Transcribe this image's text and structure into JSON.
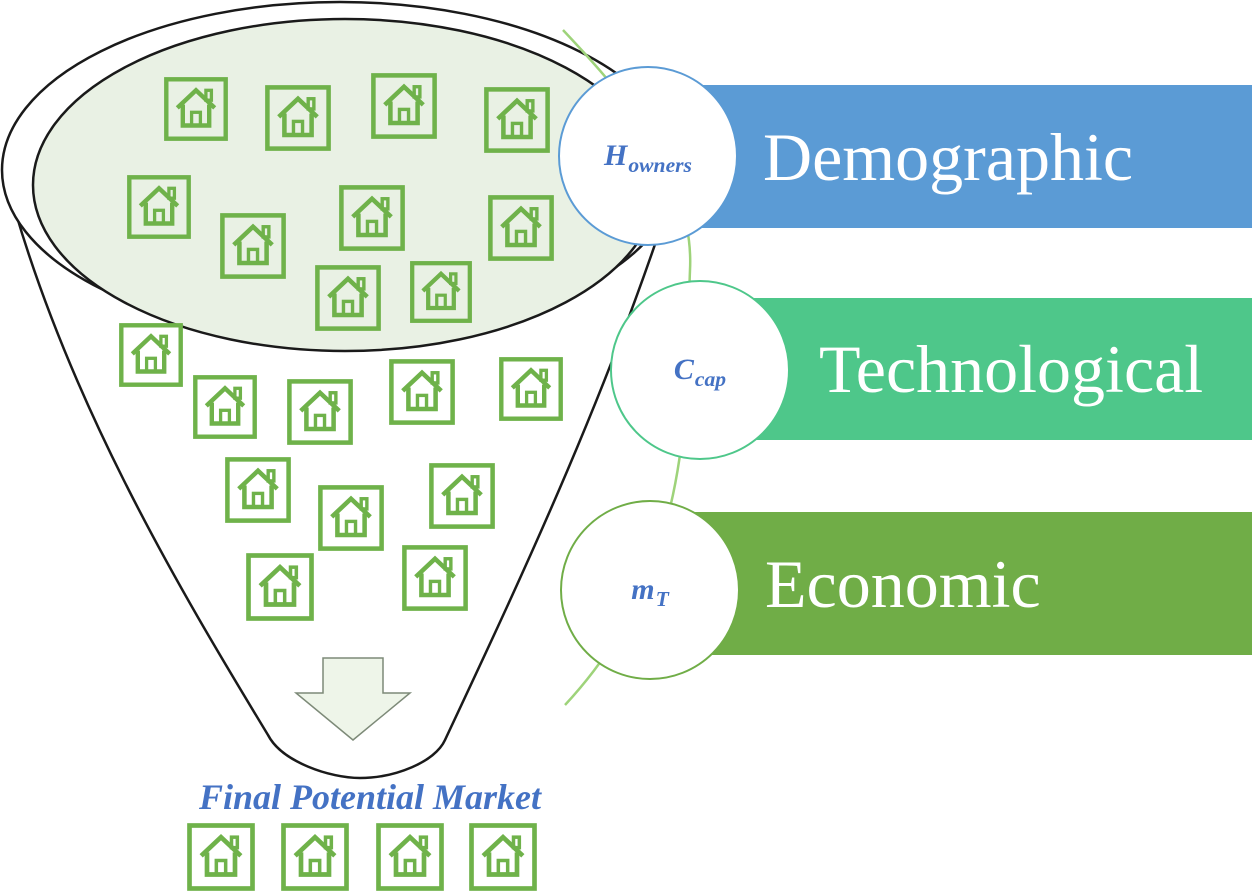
{
  "colors": {
    "demographic": "#5b9bd5",
    "technological": "#4ec78a",
    "economic": "#70ad47",
    "house": "#6fb24a",
    "formula": "#4472c4",
    "funnel_top_fill": "#e9f1e4",
    "arrow_fill": "#eef5e9",
    "curve": "#9ed37a"
  },
  "filters": [
    {
      "label": "Demographic",
      "symbol": {
        "base": "H",
        "sub": "owners"
      }
    },
    {
      "label": "Technological",
      "symbol": {
        "base": "C",
        "sub": "cap"
      }
    },
    {
      "label": "Economic",
      "symbol": {
        "base": "m",
        "sub": "T"
      }
    }
  ],
  "output": {
    "label": "Final Potential Market"
  },
  "icons": {
    "house": "house-icon",
    "arrow": "arrow-down-icon"
  }
}
